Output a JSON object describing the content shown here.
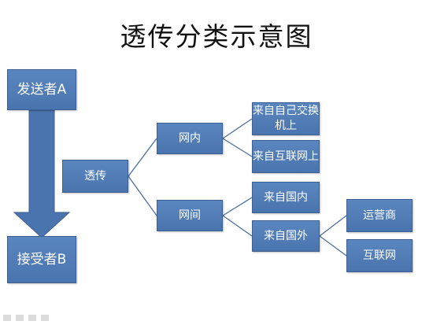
{
  "title": "透传分类示意图",
  "nodes": {
    "sender": "发送者A",
    "receiver": "接受者B",
    "transparent": "透传",
    "net_in": "网内",
    "net_between": "网间",
    "own_switch": "来自自己交换机上",
    "internet_up": "来自互联网上",
    "domestic": "来自国内",
    "foreign": "来自国外",
    "carrier": "运营商",
    "internet": "互联网"
  },
  "colors": {
    "box_fill": "#4f7cb7",
    "box_border": "#3b5f92",
    "arrow_fill": "#4a74ad",
    "line": "#4a6e9e"
  },
  "icons": [
    "prev-icon",
    "pen-icon",
    "menu-icon",
    "next-icon"
  ]
}
